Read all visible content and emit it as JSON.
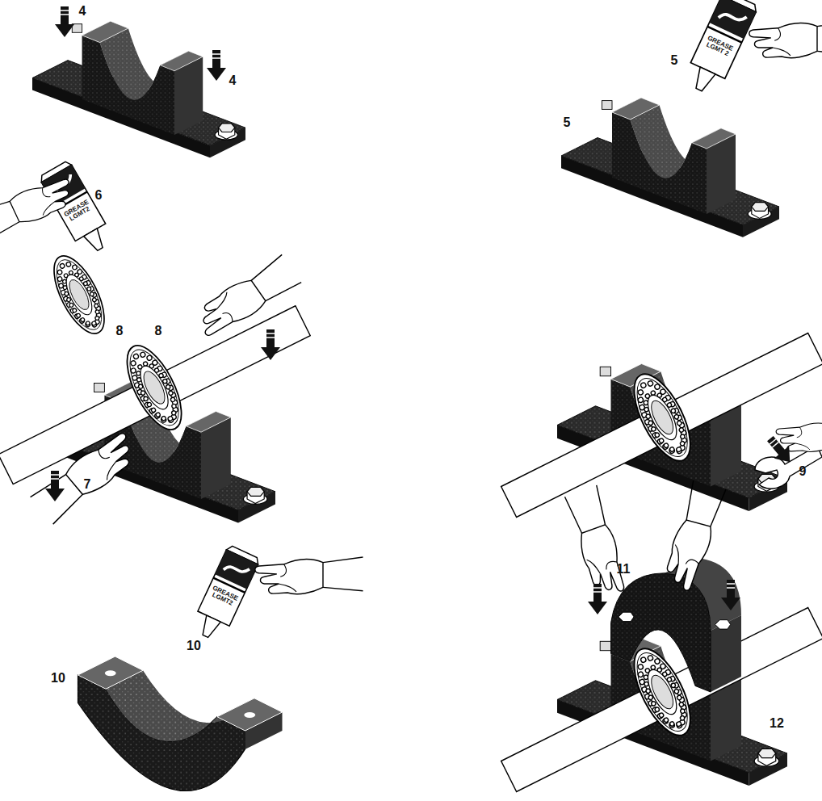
{
  "diagram": {
    "labels": [
      "4",
      "4",
      "5",
      "GREASE LGMT 2",
      "5",
      "GREASE LGMT2",
      "6",
      "8",
      "8",
      "7",
      "9",
      "GREASE LGMT2",
      "10",
      "10",
      "11",
      "12"
    ]
  }
}
